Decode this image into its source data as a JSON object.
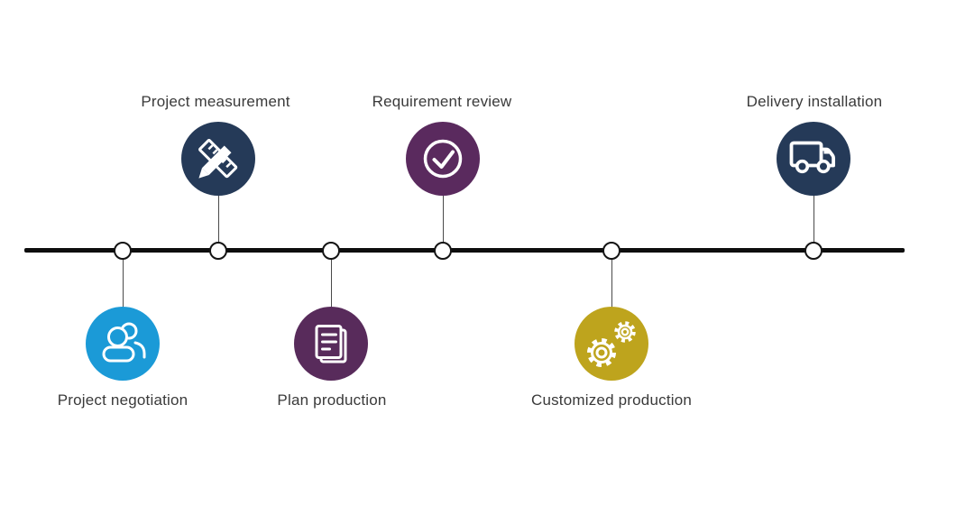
{
  "diagram": {
    "type": "horizontal-timeline",
    "background_color": "#ffffff",
    "line_color": "#0e0e0e",
    "connector_color": "#4a4a4a",
    "node_fill": "#ffffff",
    "node_border_color": "#141414",
    "label_color": "#3a3a3a",
    "icon_color": "#ffffff"
  },
  "timeline": {
    "milestones": [
      {
        "label": "Project negotiation",
        "icon": "people-icon",
        "color": "#1b9ad7",
        "side": "below"
      },
      {
        "label": "Project measurement",
        "icon": "ruler-pencil-icon",
        "color": "#253a58",
        "side": "above"
      },
      {
        "label": "Plan production",
        "icon": "document-icon",
        "color": "#582b5b",
        "side": "below"
      },
      {
        "label": "Requirement review",
        "icon": "check-circle-icon",
        "color": "#5a2a5e",
        "side": "above"
      },
      {
        "label": "Customized production",
        "icon": "gears-icon",
        "color": "#bea41d",
        "side": "below"
      },
      {
        "label": "Delivery installation",
        "icon": "truck-icon",
        "color": "#253a58",
        "side": "above"
      }
    ]
  }
}
